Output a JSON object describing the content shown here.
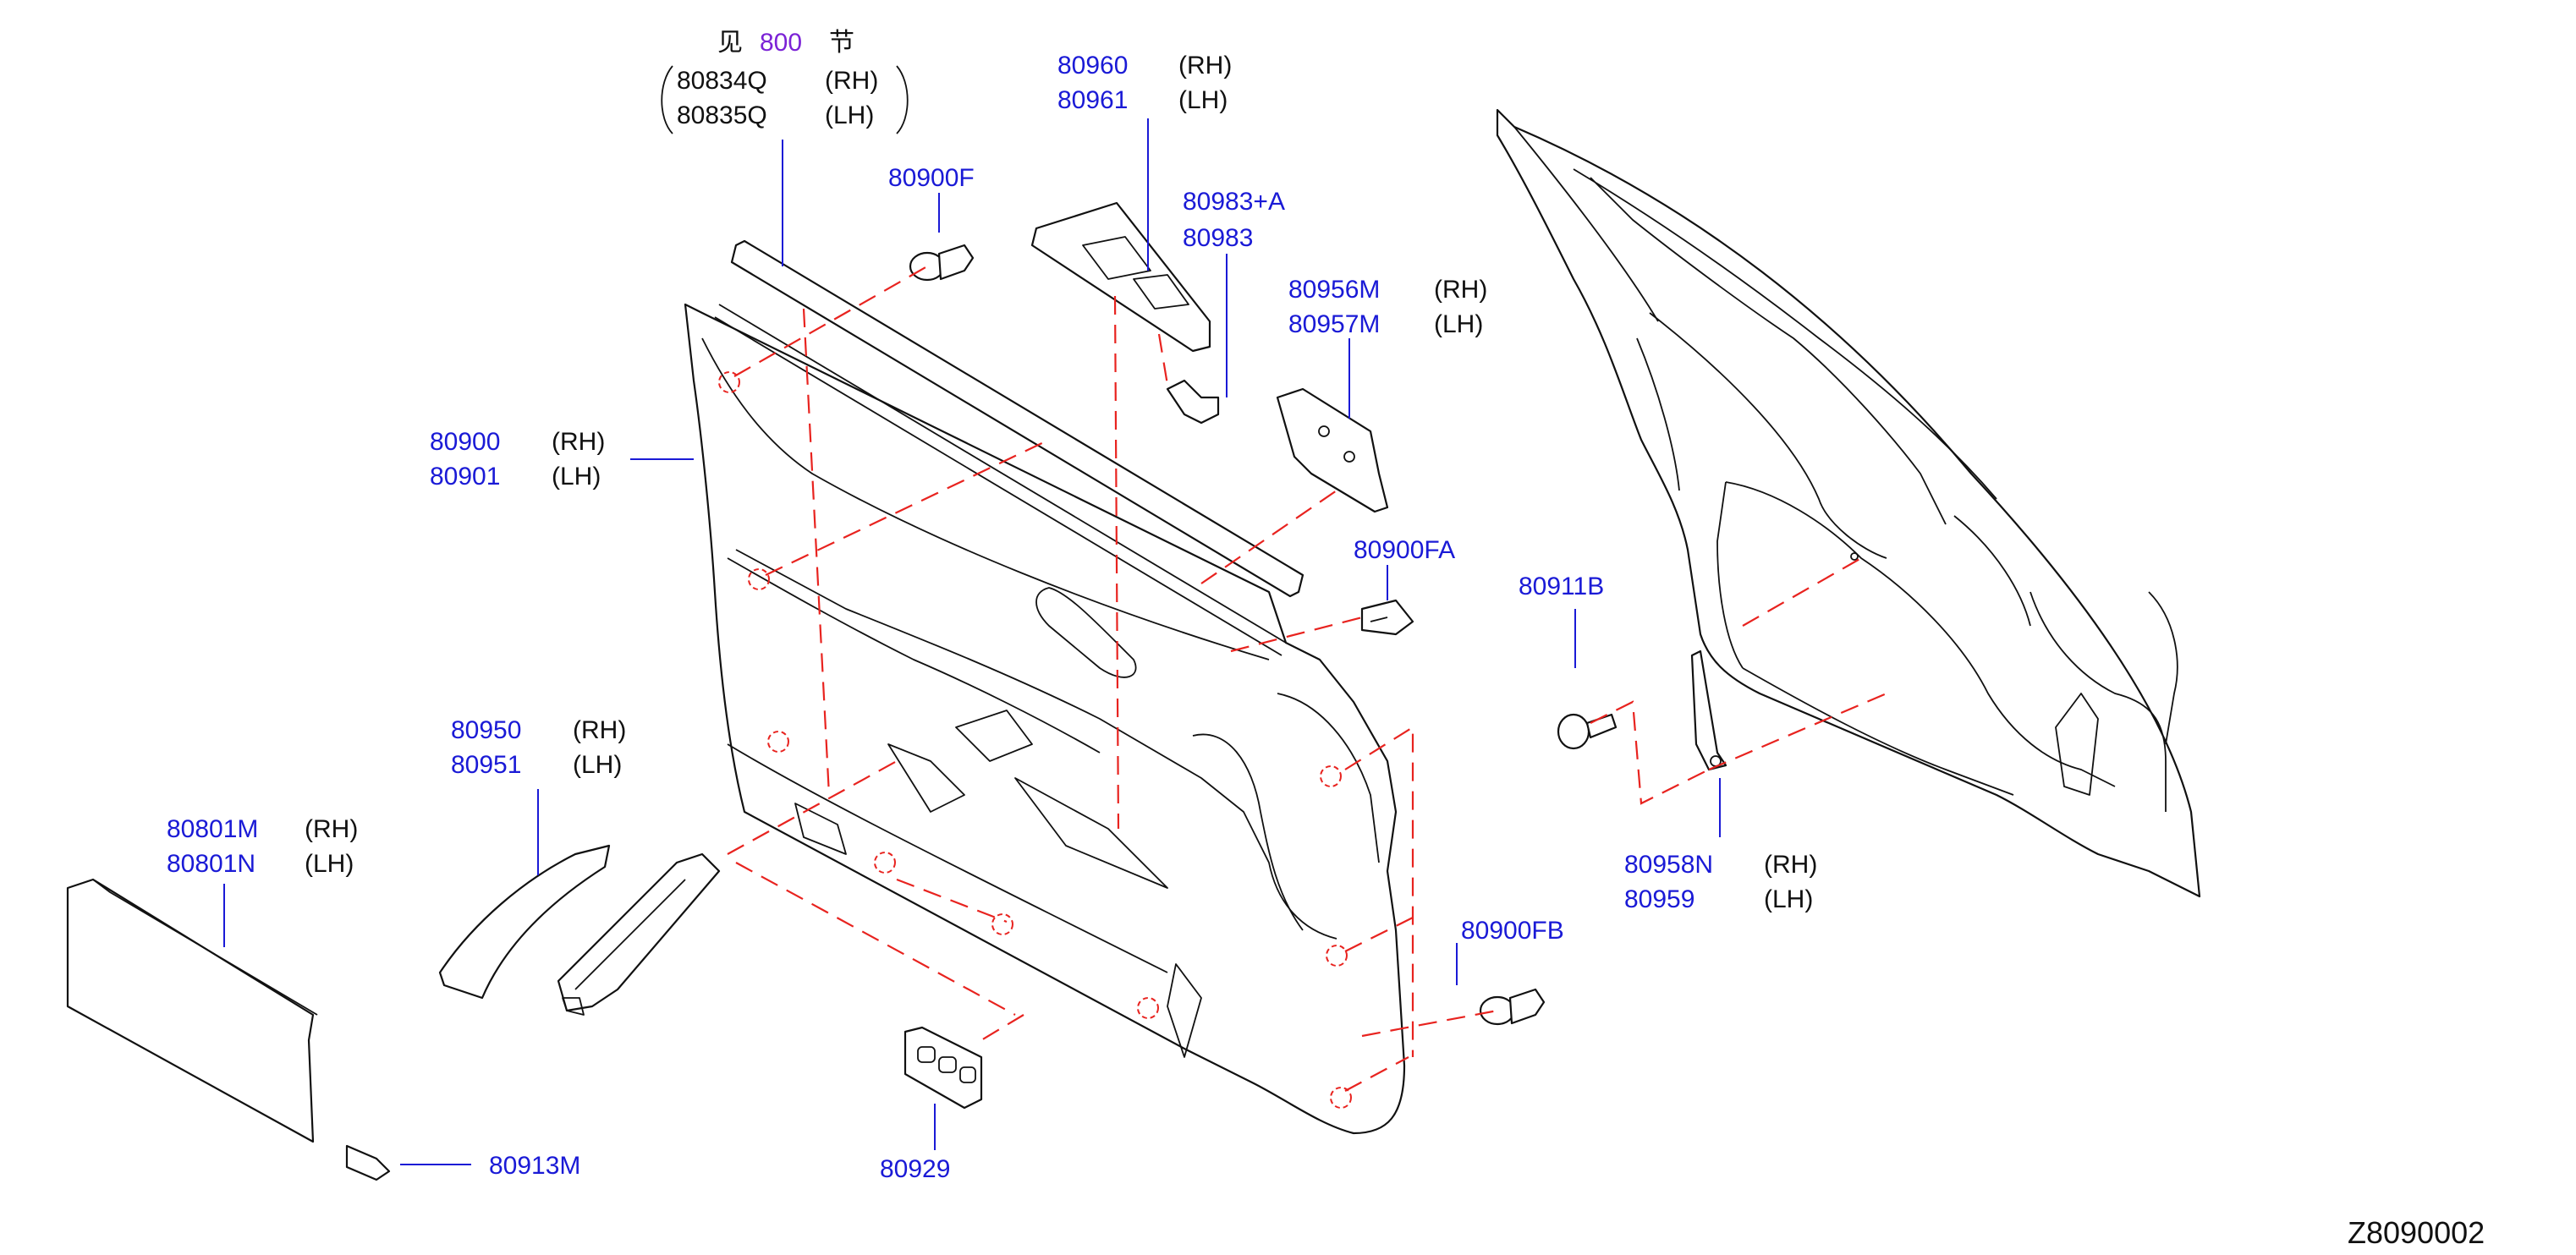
{
  "see_section": {
    "prefix": "见",
    "link": "800",
    "suffix": "节"
  },
  "weatherstrip": {
    "rh_part": "80834Q",
    "rh_side": "(RH)",
    "lh_part": "80835Q",
    "lh_side": "(LH)"
  },
  "labels": {
    "p80960": "80960",
    "s80960": "(RH)",
    "p80961": "80961",
    "s80961": "(LH)",
    "p80900F": "80900F",
    "p80983A": "80983+A",
    "p80983": "80983",
    "p80956M": "80956M",
    "s80956M": "(RH)",
    "p80957M": "80957M",
    "s80957M": "(LH)",
    "p80900": "80900",
    "s80900": "(RH)",
    "p80901": "80901",
    "s80901": "(LH)",
    "p80900FA": "80900FA",
    "p80911B": "80911B",
    "p80950": "80950",
    "s80950": "(RH)",
    "p80951": "80951",
    "s80951": "(LH)",
    "p80801M": "80801M",
    "s80801M": "(RH)",
    "p80801N": "80801N",
    "s80801N": "(LH)",
    "p80958N": "80958N",
    "s80958N": "(RH)",
    "p80959": "80959",
    "s80959": "(LH)",
    "p80900FB": "80900FB",
    "p80913M": "80913M",
    "p80929": "80929"
  },
  "figure_code": "Z8090002",
  "colors": {
    "part_number": "#1a1ad6",
    "see_link": "#7b22d6",
    "dashed_guide": "#e8231f",
    "outline": "#111111"
  }
}
